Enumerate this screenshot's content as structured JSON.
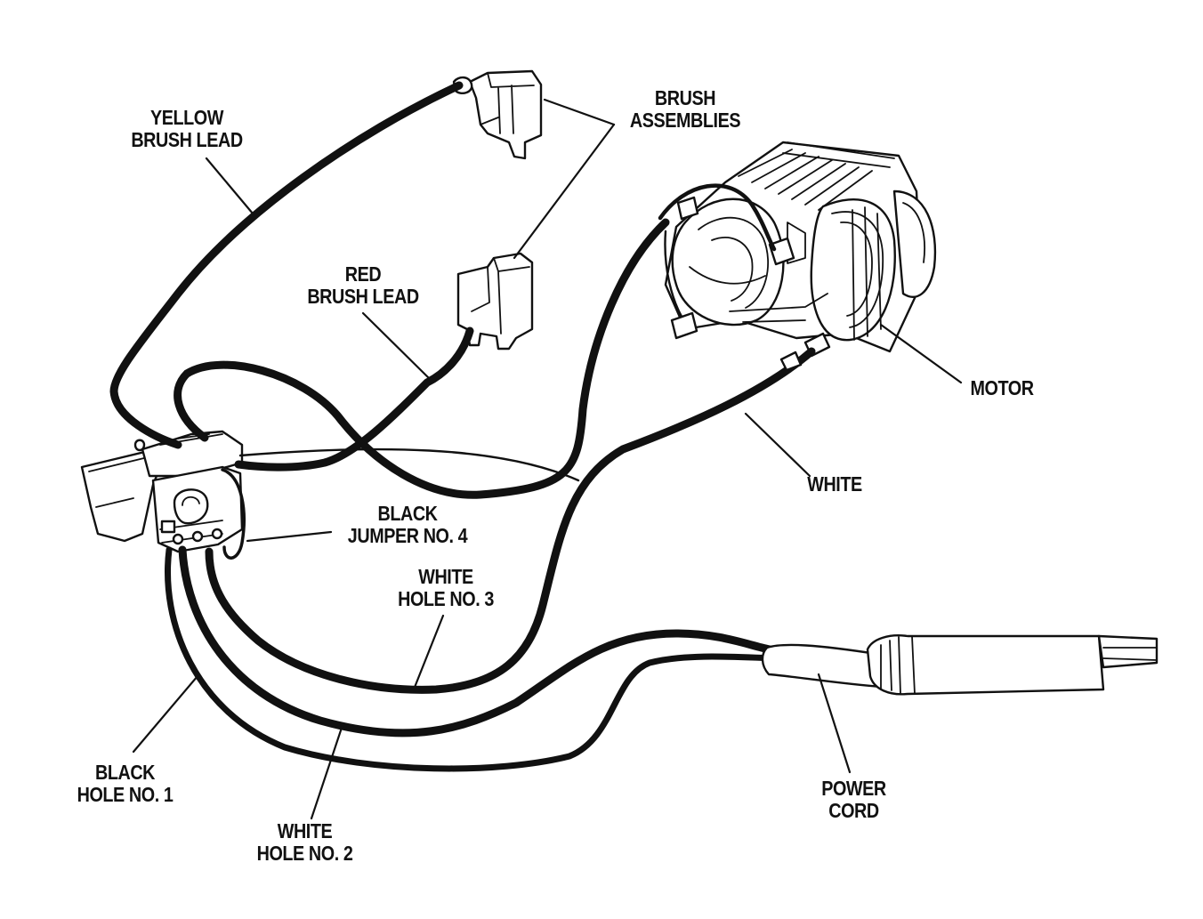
{
  "labels": {
    "yellow_brush_lead": [
      "YELLOW",
      "BRUSH LEAD"
    ],
    "brush_assemblies": [
      "BRUSH",
      "ASSEMBLIES"
    ],
    "red_brush_lead": [
      "RED",
      "BRUSH LEAD"
    ],
    "motor": [
      "MOTOR"
    ],
    "white": [
      "WHITE"
    ],
    "black_jumper_no_4": [
      "BLACK",
      "JUMPER NO. 4"
    ],
    "white_hole_no_3": [
      "WHITE",
      "HOLE NO. 3"
    ],
    "black_hole_no_1": [
      "BLACK",
      "HOLE NO. 1"
    ],
    "white_hole_no_2": [
      "WHITE",
      "HOLE NO. 2"
    ],
    "power_cord": [
      "POWER",
      "CORD"
    ]
  }
}
